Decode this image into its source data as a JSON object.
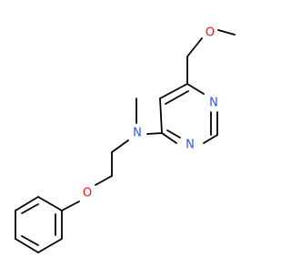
{
  "molecule": {
    "atoms": {
      "o_methoxy": {
        "label": "O",
        "element": "O"
      },
      "n_ring_1": {
        "label": "N",
        "element": "N"
      },
      "n_ring_3": {
        "label": "N",
        "element": "N"
      },
      "n_amine": {
        "label": "N",
        "element": "N"
      },
      "o_phenoxy": {
        "label": "O",
        "element": "O"
      }
    },
    "colors": {
      "O": "#ff0d0d",
      "N": "#3050f8",
      "bond": "#000000",
      "background": "#ffffff"
    }
  }
}
